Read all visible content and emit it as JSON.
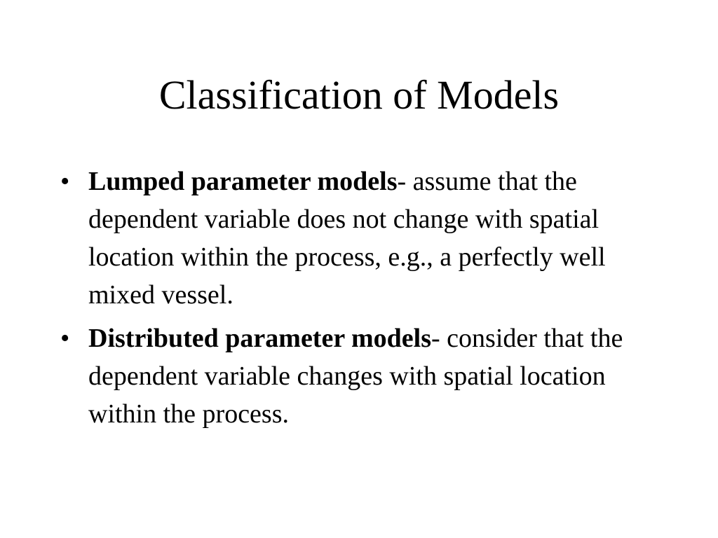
{
  "slide": {
    "title": "Classification of Models",
    "bullet_symbol": "•",
    "items": [
      {
        "term": "Lumped parameter models",
        "text": "- assume that the dependent variable does not change with spatial location within the process, e.g., a perfectly well mixed vessel."
      },
      {
        "term": "Distributed parameter models",
        "text": "- consider that the dependent variable changes with spatial location within the process."
      }
    ]
  }
}
